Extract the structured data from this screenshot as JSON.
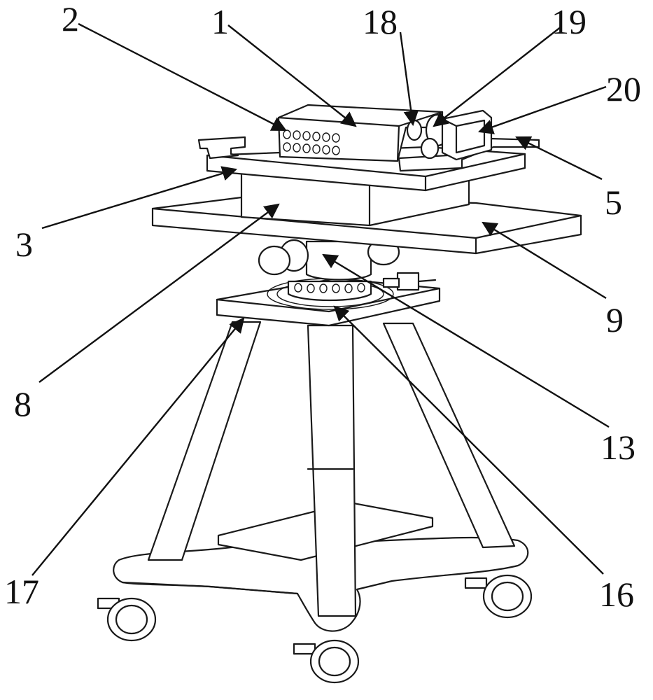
{
  "diagram": {
    "colors": {
      "line": "#1a1a1a",
      "paper": "#ffffff"
    },
    "callouts": [
      {
        "id": "c1",
        "label": "1"
      },
      {
        "id": "c2",
        "label": "2"
      },
      {
        "id": "c18",
        "label": "18"
      },
      {
        "id": "c19",
        "label": "19"
      },
      {
        "id": "c20",
        "label": "20"
      },
      {
        "id": "c5",
        "label": "5"
      },
      {
        "id": "c3",
        "label": "3"
      },
      {
        "id": "c9",
        "label": "9"
      },
      {
        "id": "c8",
        "label": "8"
      },
      {
        "id": "c13",
        "label": "13"
      },
      {
        "id": "c17",
        "label": "17"
      },
      {
        "id": "c16",
        "label": "16"
      }
    ]
  }
}
